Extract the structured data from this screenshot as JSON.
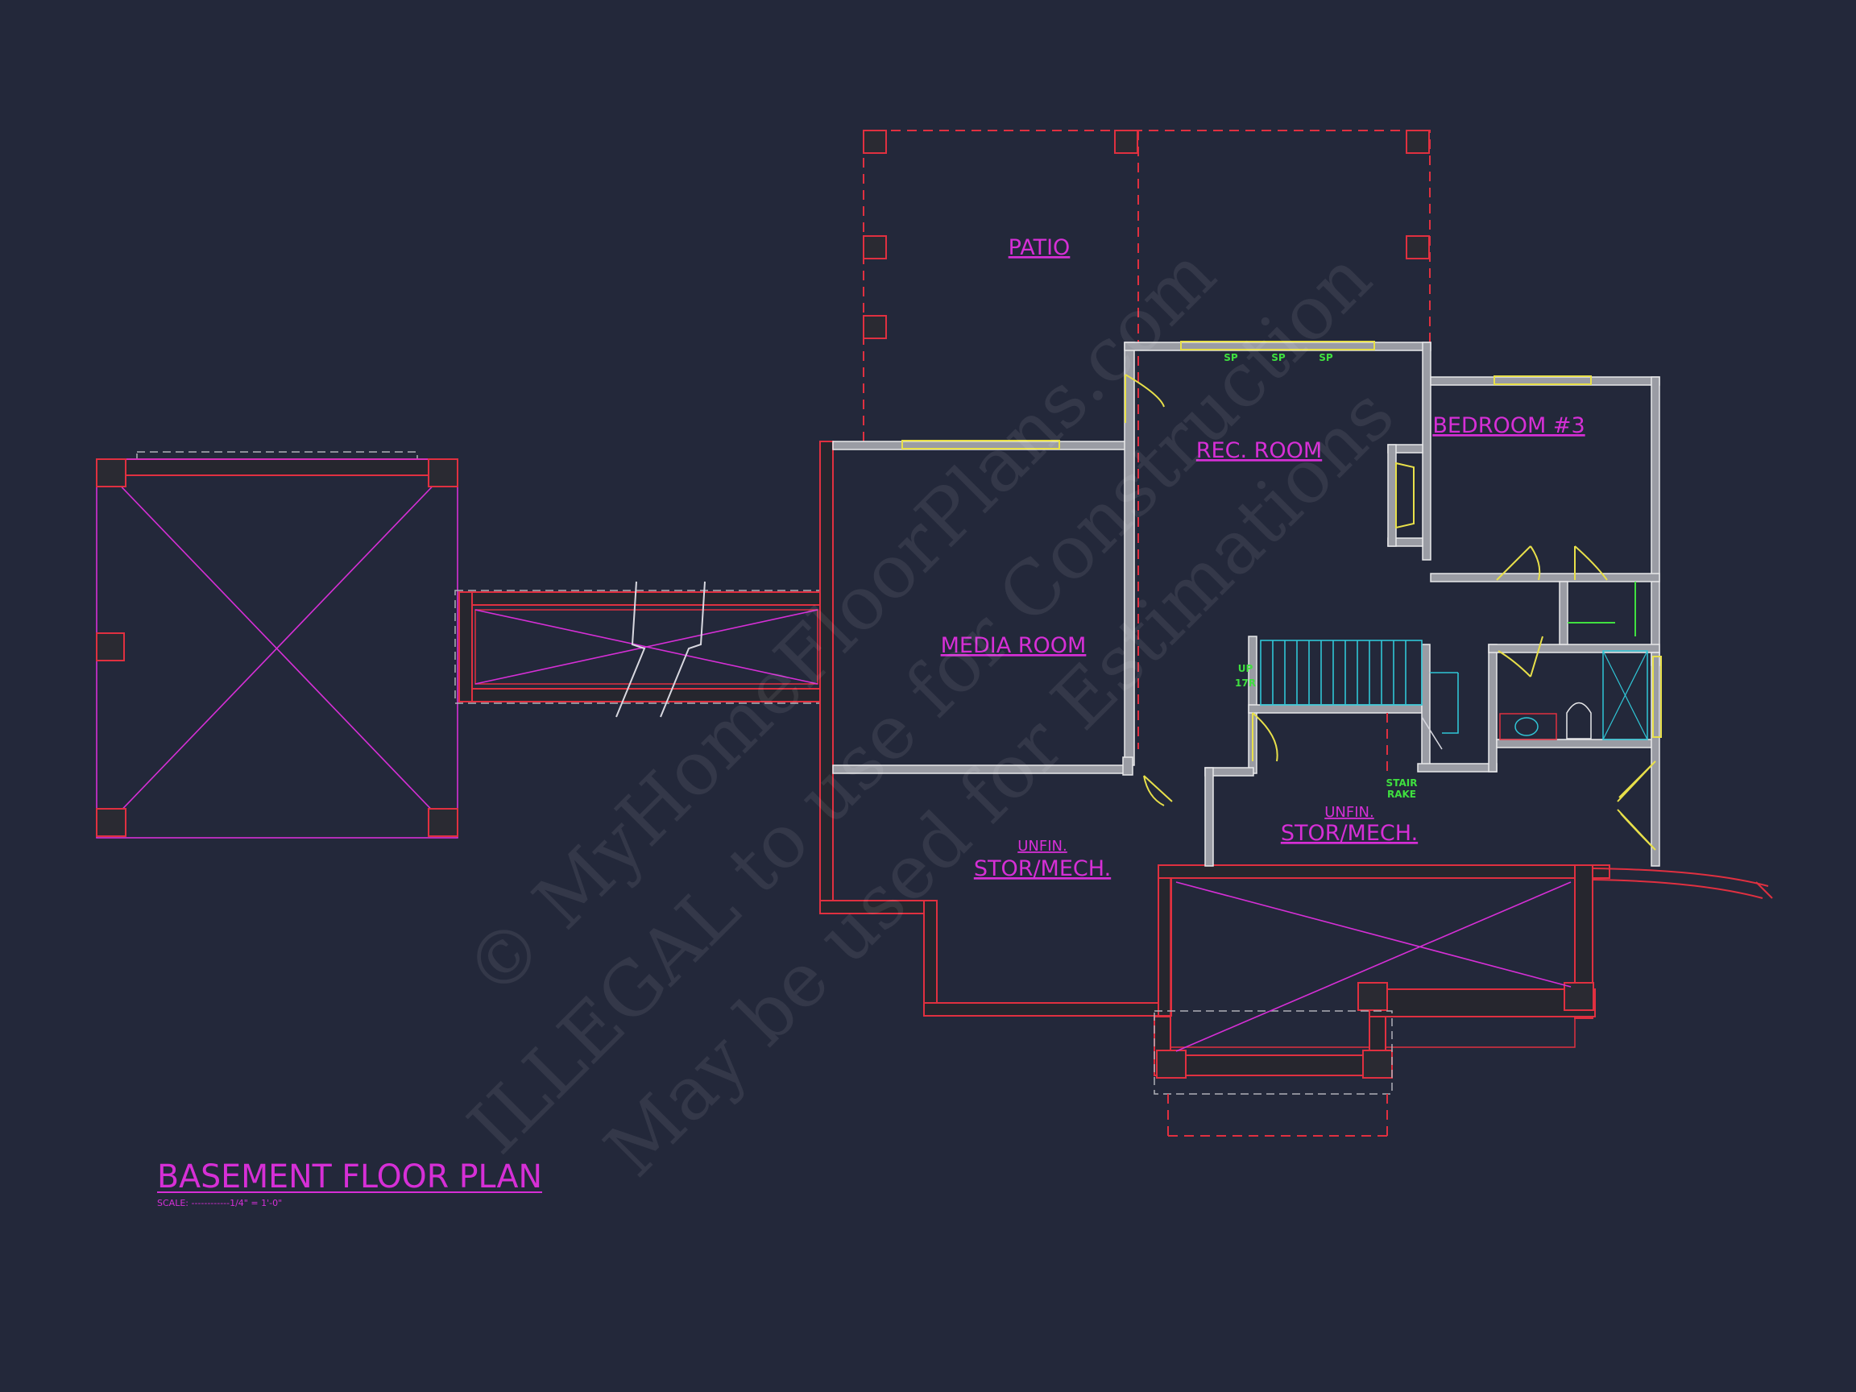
{
  "plan": {
    "title": "BASEMENT FLOOR PLAN",
    "scale": "SCALE: ------------1/4\" = 1'-0\"",
    "rooms": {
      "patio": "PATIO",
      "rec_room": "REC. ROOM",
      "bedroom": "BEDROOM #3",
      "media_room": "MEDIA ROOM",
      "unfin_left_small": "UNFIN.",
      "stor_left": "STOR/MECH.",
      "unfin_right_small": "UNFIN.",
      "stor_right": "STOR/MECH."
    },
    "notes": {
      "sp1": "SP",
      "sp2": "SP",
      "sp3": "SP",
      "up": "UP",
      "risers": "17R",
      "stair_rake_1": "STAIR",
      "stair_rake_2": "RAKE"
    }
  },
  "watermark": {
    "line1": "© MyHomeFloorPlans.com",
    "line2": "ILLEGAL to use for Construction",
    "line3": "May be used for Estimations"
  },
  "colors": {
    "background": "#23283a",
    "label": "#d62fd6",
    "foundation": "#e03040",
    "wall": "#9a9ca4",
    "door": "#e8e04a",
    "stair": "#30c6d6",
    "note": "#3fe03f"
  }
}
